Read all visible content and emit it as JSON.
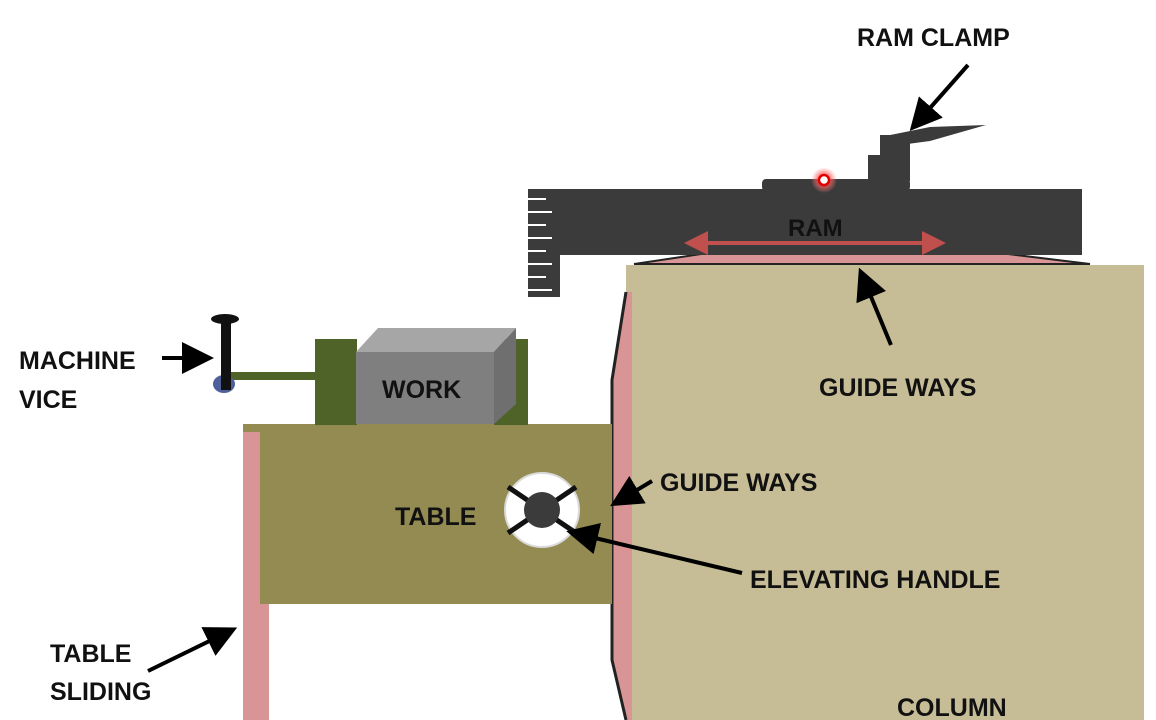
{
  "labels": {
    "ram_clamp": "RAM CLAMP",
    "ram": "RAM",
    "machine_vice_line1": "MACHINE",
    "machine_vice_line2": "VICE",
    "work": "WORK",
    "guide_ways_top": "GUIDE WAYS",
    "guide_ways_side": "GUIDE WAYS",
    "table": "TABLE",
    "elevating_handle": "ELEVATING HANDLE",
    "table_sliding_line1": "TABLE",
    "table_sliding_line2": "SLIDING",
    "column": "COLUMN"
  },
  "colors": {
    "column": "#c6bd96",
    "table": "#938b52",
    "guide_ways": "#d99595",
    "ram": "#3b3b3b",
    "vice_jaws": "#4f6228",
    "work": "#7f7f7f",
    "work_top": "#a6a6a6",
    "arrow": "#000000",
    "ram_arrow": "#c0504d"
  }
}
